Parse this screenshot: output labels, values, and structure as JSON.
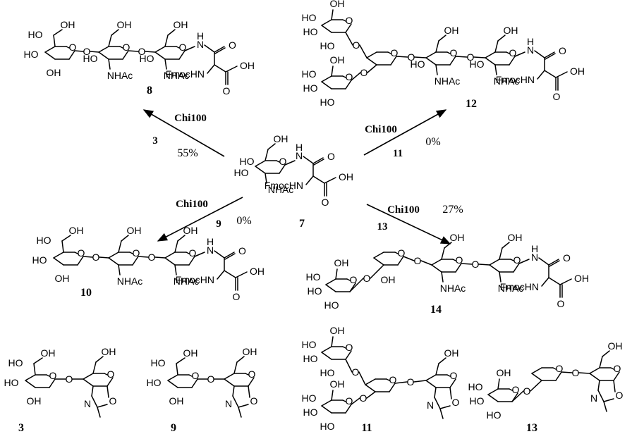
{
  "atom_labels": {
    "oh": "OH",
    "ho": "HO",
    "nhac": "NHAc",
    "o": "O",
    "n": "N",
    "h": "H",
    "fmochn": "FmocHN"
  },
  "compounds": {
    "c3": "3",
    "c7": "7",
    "c8": "8",
    "c9": "9",
    "c10": "10",
    "c11": "11",
    "c12": "12",
    "c13": "13",
    "c14": "14"
  },
  "reactions": [
    {
      "enzyme": "Chi100",
      "donor": "3",
      "yield": "55%"
    },
    {
      "enzyme": "Chi100",
      "donor": "11",
      "yield": "0%"
    },
    {
      "enzyme": "Chi100",
      "donor": "9",
      "yield": "0%"
    },
    {
      "enzyme": "Chi100",
      "donor": "13",
      "yield": "27%"
    }
  ]
}
